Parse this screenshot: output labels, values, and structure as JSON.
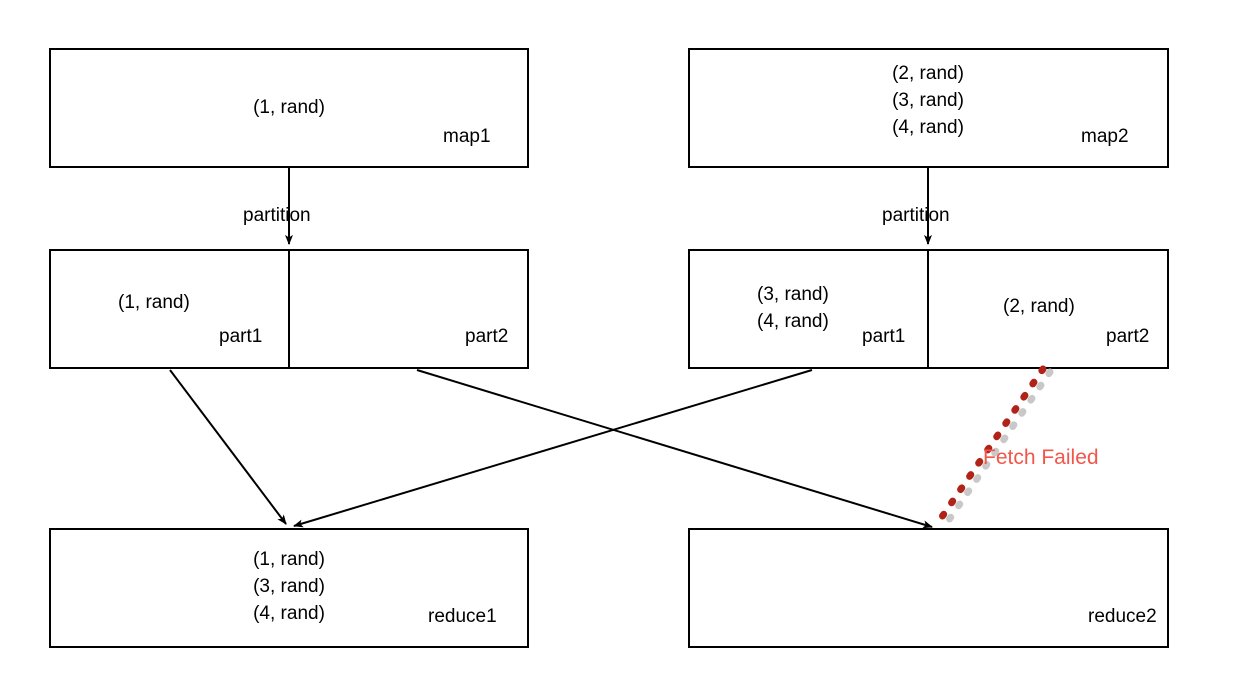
{
  "diagram": {
    "title": "MapReduce shuffle with fetch failure",
    "colors": {
      "stroke": "#000000",
      "box_fill": "#ffffff",
      "fail_line": "#b02318",
      "fail_line_shadow": "#c8c8c8",
      "fail_text": "#f2564b"
    },
    "nodes": {
      "map1": {
        "label": "map1",
        "records": "(1, rand)"
      },
      "map2": {
        "label": "map2",
        "records": "(2, rand)\n(3, rand)\n(4, rand)"
      },
      "map1_part1": {
        "label": "part1",
        "records": "(1, rand)"
      },
      "map1_part2": {
        "label": "part2",
        "records": ""
      },
      "map2_part1": {
        "label": "part1",
        "records": "(3, rand)\n(4, rand)"
      },
      "map2_part2": {
        "label": "part2",
        "records": "(2, rand)"
      },
      "reduce1": {
        "label": "reduce1",
        "records": "(1, rand)\n(3, rand)\n(4, rand)"
      },
      "reduce2": {
        "label": "reduce2",
        "records": ""
      }
    },
    "edges": {
      "partition_left": "partition",
      "partition_right": "partition",
      "fetch_failed": "Fetch Failed"
    }
  }
}
